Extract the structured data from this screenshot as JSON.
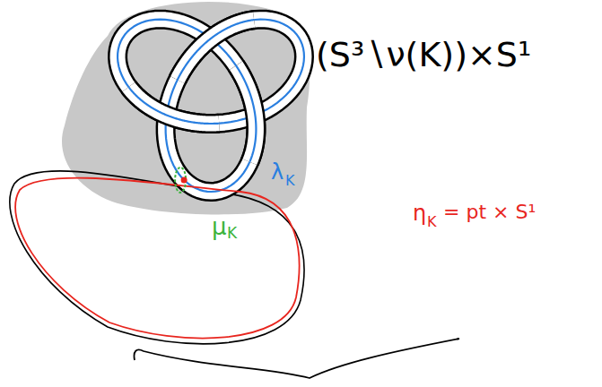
{
  "diagram": {
    "labels": [
      "(S³∖ν(K))×S¹",
      "λ",
      "K",
      "μ",
      "K",
      "η",
      "K",
      "= pt × S¹"
    ]
  }
}
